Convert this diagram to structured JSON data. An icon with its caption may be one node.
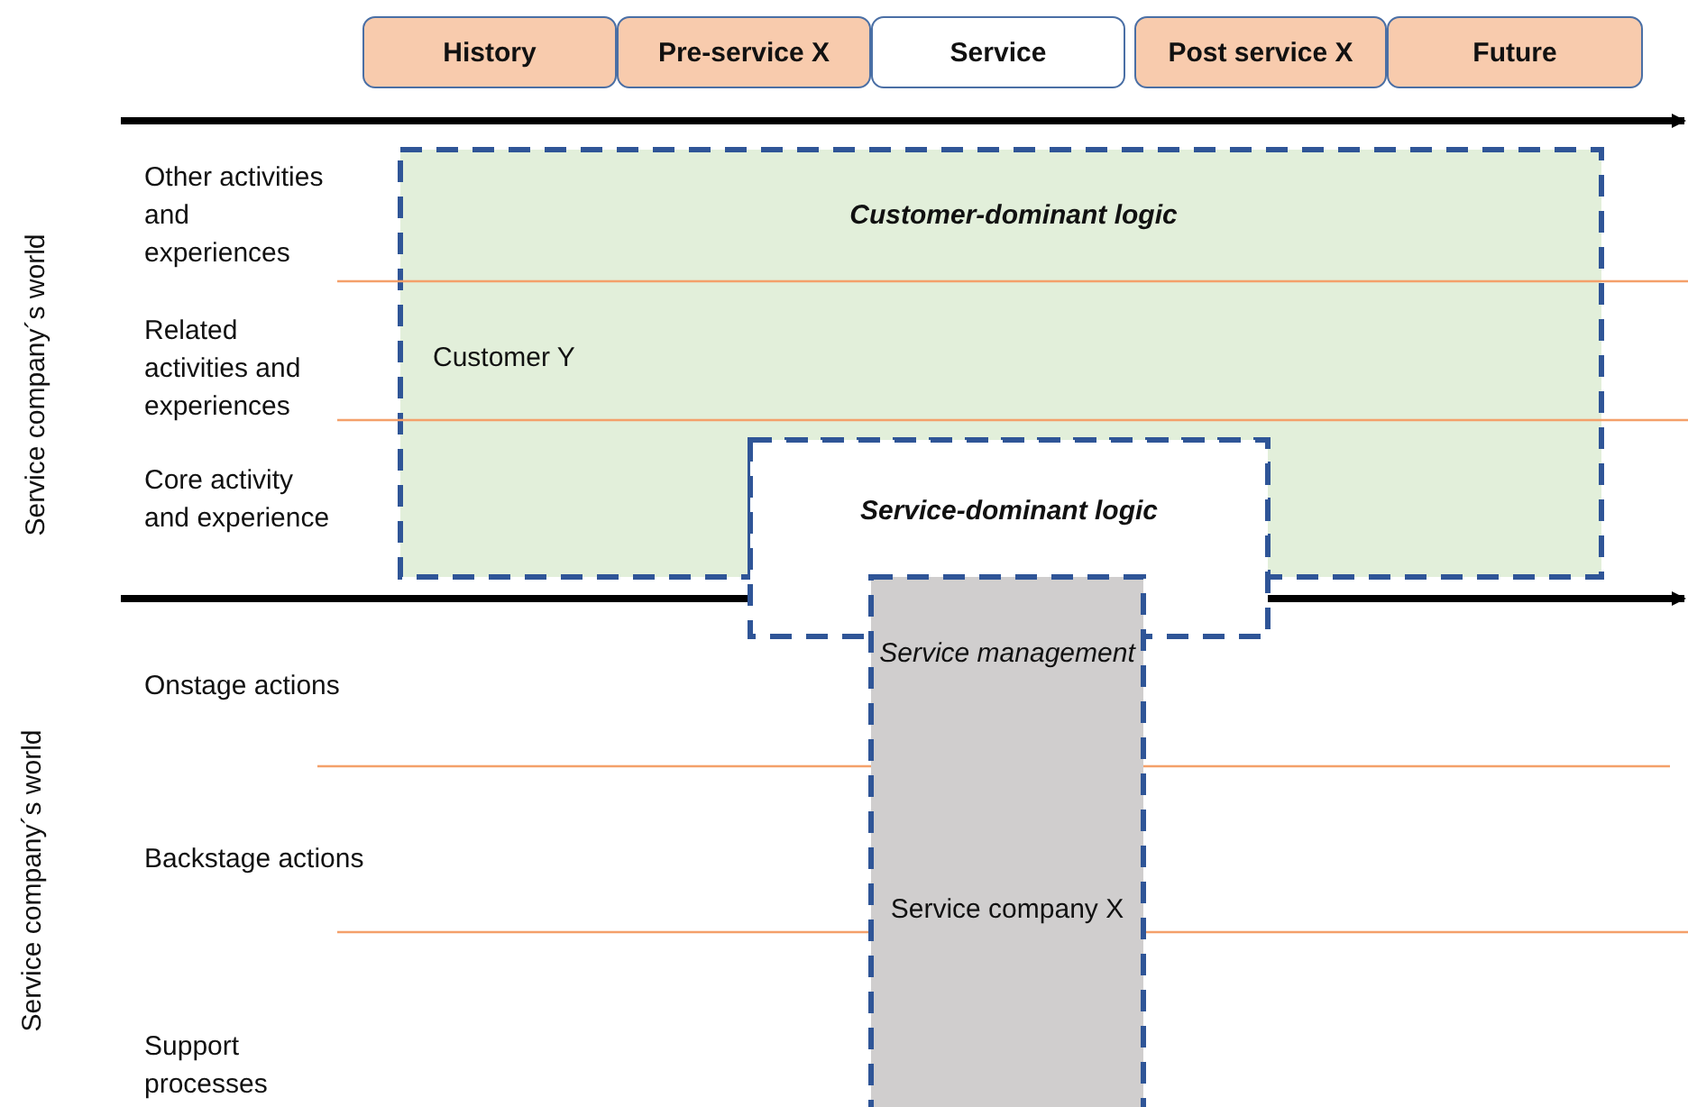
{
  "diagram": {
    "nodes": [
      {
        "text": [
          "History"
        ]
      },
      {
        "text": [
          "Pre-service X"
        ]
      },
      {
        "text": [
          "Service"
        ]
      },
      {
        "text": [
          "Post service X"
        ]
      },
      {
        "text": [
          "Future"
        ]
      },
      {
        "text": [
          "Customer-dominant logic",
          "Customer Y"
        ]
      },
      {
        "text": [
          "Service-dominant logic"
        ]
      },
      {
        "text": [
          "Service management",
          "Service company X"
        ]
      }
    ],
    "labels": [
      "Service company´s world",
      "Other activities and experiences",
      "Related activities and experiences",
      "Core activity and experience",
      "Service company´s world",
      "Onstage actions",
      "Backstage actions",
      "Support processes"
    ]
  }
}
